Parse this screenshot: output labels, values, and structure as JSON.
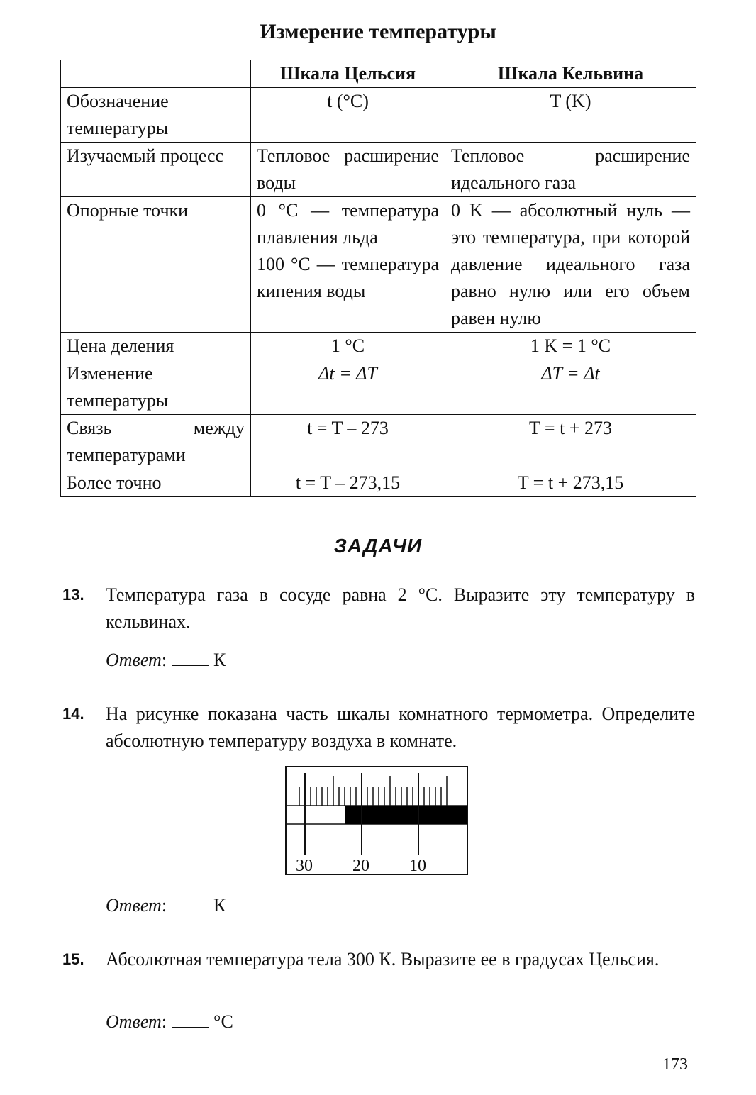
{
  "title": "Измерение температуры",
  "table": {
    "headers": [
      "",
      "Шкала Цельсия",
      "Шкала Кельвина"
    ],
    "rows": [
      {
        "label": "Обозначение температуры",
        "celsius": "t (°C)",
        "kelvin": "T (K)"
      },
      {
        "label": "Изучаемый процесс",
        "celsius": "Тепловое расширение воды",
        "kelvin": "Тепловое расширение идеального газа"
      },
      {
        "label": "Опорные точки",
        "celsius_1": "0 °C — температура плавления льда",
        "celsius_2": "100 °C — температура кипения воды",
        "kelvin": "0 K — абсолютный нуль — это температура, при которой давление идеального газа равно нулю или его объем равен нулю"
      },
      {
        "label": "Цена деления",
        "celsius": "1 °C",
        "kelvin": "1 K = 1 °C"
      },
      {
        "label": "Изменение температуры",
        "celsius": "Δt = ΔT",
        "kelvin": "ΔT = Δt"
      },
      {
        "label": "Связь между температурами",
        "celsius": "t = T – 273",
        "kelvin": "T = t + 273"
      },
      {
        "label": "Более точно",
        "celsius": "t = T – 273,15",
        "kelvin": "T = t + 273,15"
      }
    ]
  },
  "tasks_title": "ЗАДАЧИ",
  "answer_label": "Ответ",
  "tasks": [
    {
      "number": "13.",
      "text": "Температура газа в сосуде равна 2 °С. Выразите эту температуру в кельвинах.",
      "unit": "К"
    },
    {
      "number": "14.",
      "text": "На рисунке показана часть шкалы комнатного термометра. Определите абсолютную температуру воздуха в комнате.",
      "unit": "К"
    },
    {
      "number": "15.",
      "text": "Абсолютная температура тела 300 К. Выразите ее в градусах Цельсия.",
      "unit": "°С"
    }
  ],
  "thermometer": {
    "scale_labels": [
      "30",
      "20",
      "10"
    ],
    "scale_min": 5,
    "scale_max": 31,
    "reading": 23
  },
  "page_number": "173"
}
